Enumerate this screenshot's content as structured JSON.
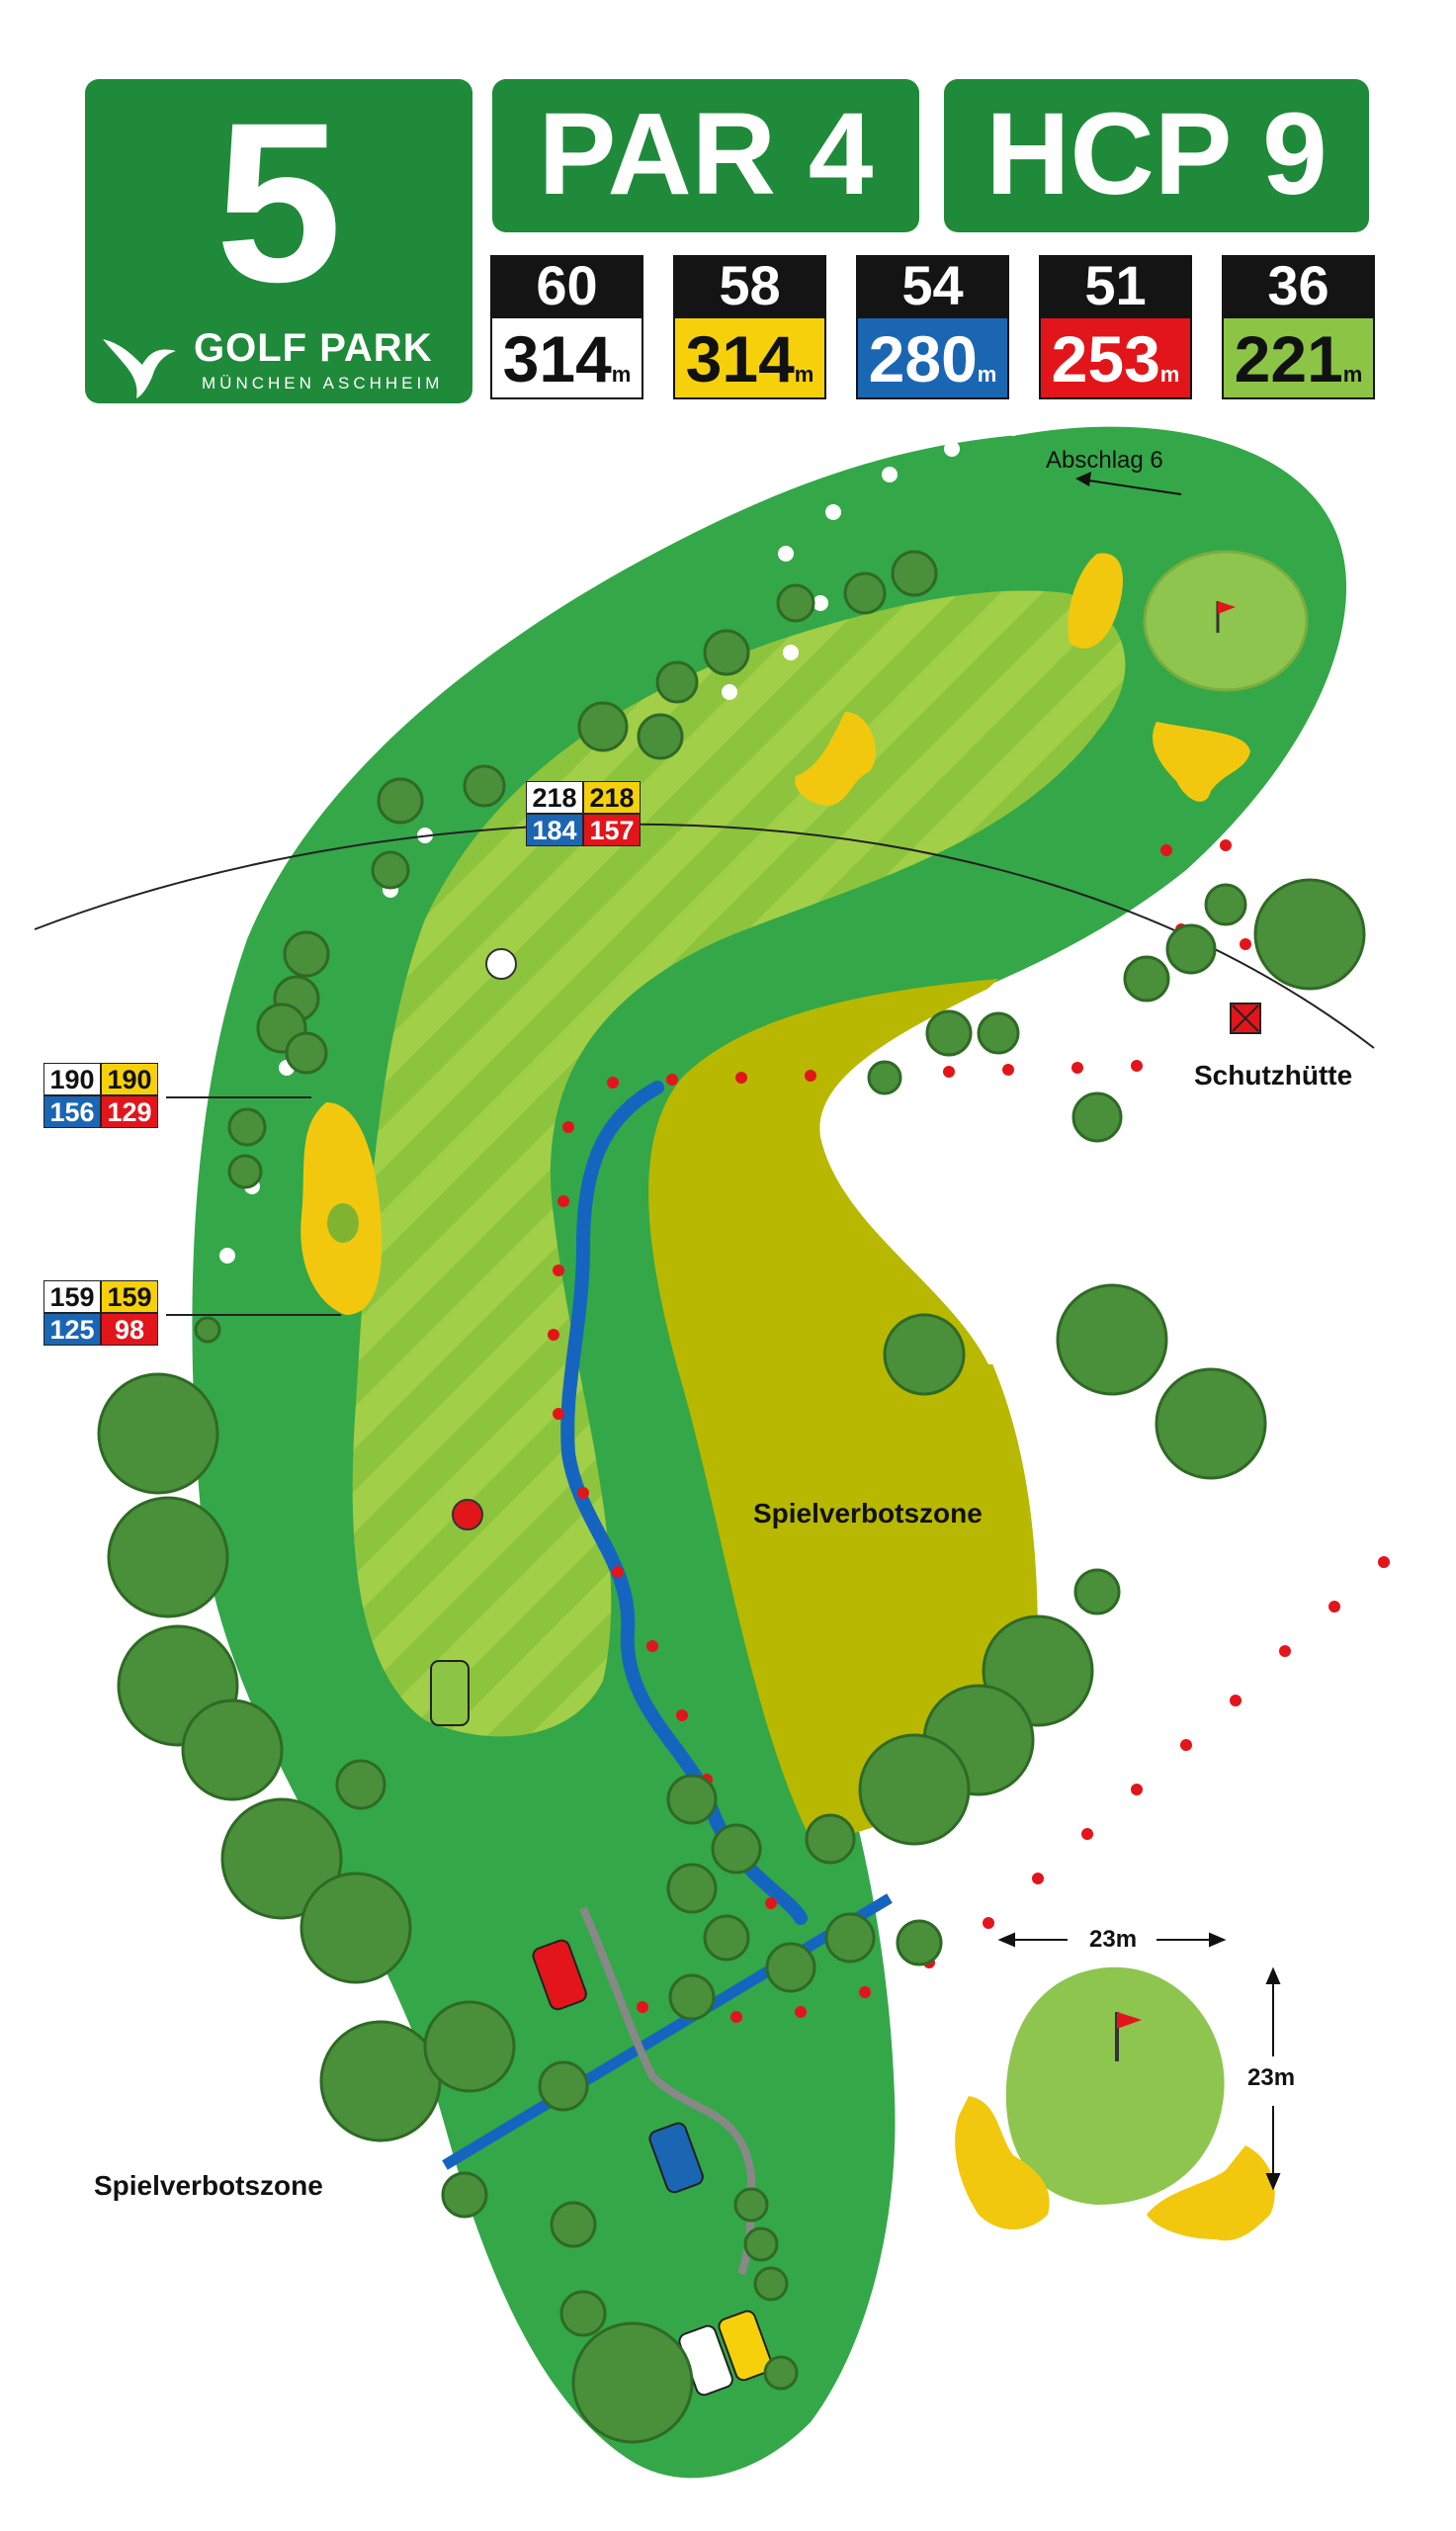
{
  "hole": {
    "number": "5",
    "par_label": "PAR 4",
    "hcp_label": "HCP 9"
  },
  "logo": {
    "main": "GOLF PARK",
    "sub": "MÜNCHEN ASCHHEIM"
  },
  "colors": {
    "header_green": "#1f8a3a",
    "rough": "#34a748",
    "fairway_light": "#8cc43e",
    "green": "#8dc54f",
    "bunker": "#f2c80e",
    "water": "#1565c0",
    "out_of_play": "#b8b800"
  },
  "tees": [
    {
      "rating": "60",
      "length": "314",
      "unit": "m",
      "color": "#ffffff",
      "text": "#111111"
    },
    {
      "rating": "58",
      "length": "314",
      "unit": "m",
      "color": "#f6d10b",
      "text": "#111111"
    },
    {
      "rating": "54",
      "length": "280",
      "unit": "m",
      "color": "#1b66b3",
      "text": "#ffffff"
    },
    {
      "rating": "51",
      "length": "253",
      "unit": "m",
      "color": "#e2151b",
      "text": "#ffffff"
    },
    {
      "rating": "36",
      "length": "221",
      "unit": "m",
      "color": "#8cc445",
      "text": "#111111"
    }
  ],
  "distance_markers": [
    {
      "values": [
        "218",
        "218",
        "184",
        "157"
      ]
    },
    {
      "values": [
        "190",
        "190",
        "156",
        "129"
      ]
    },
    {
      "values": [
        "159",
        "159",
        "125",
        "98"
      ]
    }
  ],
  "labels": {
    "next_tee": "Abschlag 6",
    "shelter": "Schutzhütte",
    "no_play_right": "Spielverbotszone",
    "no_play_left": "Spielverbotszone",
    "green_width": "23m",
    "green_depth": "23m"
  },
  "icons": [
    "golf-park-bird-logo-icon",
    "flag-icon",
    "shelter-cross-icon",
    "tree-icon",
    "arrow-left-icon"
  ]
}
